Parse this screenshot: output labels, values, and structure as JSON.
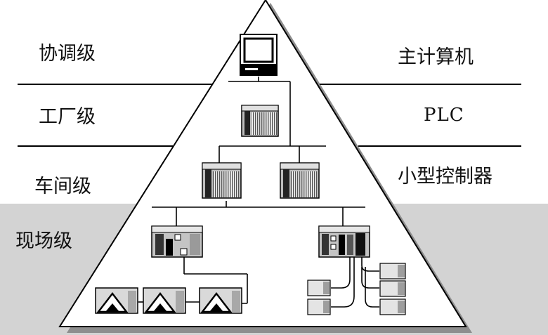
{
  "levels": {
    "coordination": {
      "label": "协调级",
      "device": "主计算机"
    },
    "plant": {
      "label": "工厂级",
      "device": "PLC"
    },
    "workshop": {
      "label": "车间级",
      "device": "小型控制器"
    },
    "field": {
      "label": "现场级"
    }
  },
  "colors": {
    "field_band": "#d3d3d3",
    "triangle_shadow": "#8e8e8e",
    "line": "#000000"
  }
}
